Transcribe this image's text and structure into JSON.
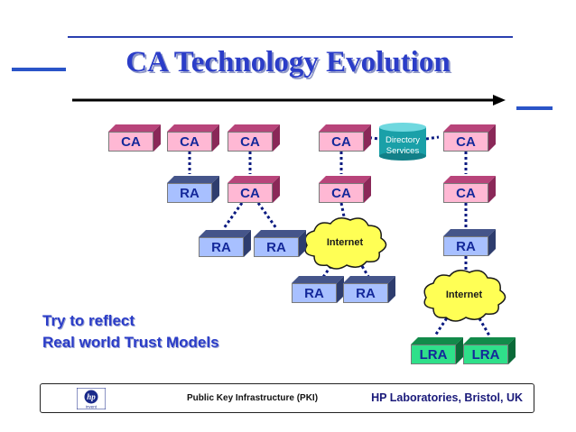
{
  "slide": {
    "title": "CA Technology Evolution"
  },
  "diagram": {
    "ca_label": "CA",
    "ra_label": "RA",
    "lra_label": "LRA",
    "internet_label": "Internet",
    "directory_label_line1": "Directory",
    "directory_label_line2": "Services"
  },
  "body": {
    "line1": "Try to reflect",
    "line2": "Real world Trust Models"
  },
  "footer": {
    "logo_text": "invent",
    "pki": "Public Key Infrastructure (PKI)",
    "lab": "HP Laboratories, Bristol, UK"
  },
  "colors": {
    "title": "#2b3dc8",
    "ca_face": "#ffb8d4",
    "ra_face": "#a8c0ff",
    "lra_face": "#2fe08a",
    "cloud": "#ffff55",
    "directory": "#1aa0a8"
  }
}
